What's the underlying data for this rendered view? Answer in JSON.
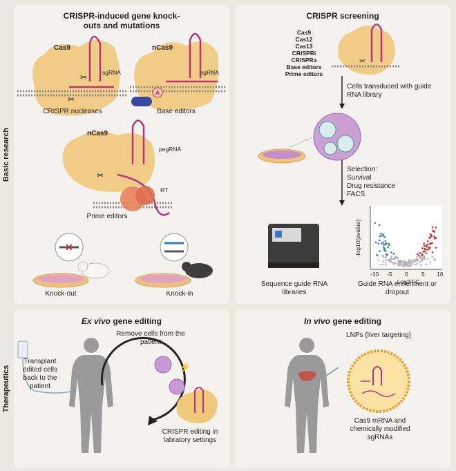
{
  "side": {
    "basic": "Basic research",
    "therapeutics": "Therapeutics"
  },
  "panel_a": {
    "title": "CRISPR-induced gene knock-outs and mutations",
    "cas9": "Cas9",
    "sgrna1": "sgRNA",
    "nucleases": "CRISPR nucleases",
    "ncas9_1": "nCas9",
    "sgrna2": "sgRNA",
    "base_letter": "A",
    "base_editors": "Base editors",
    "ncas9_2": "nCas9",
    "pegrna": "pegRNA",
    "rt": "RT",
    "prime_editors": "Prime editors",
    "knockout": "Knock-out",
    "knockin": "Knock-in"
  },
  "panel_b": {
    "title": "CRISPR screening",
    "enzymes": [
      "Cas9",
      "Cas12",
      "Cas13",
      "CRISPRi",
      "CRISPRa",
      "Base editors",
      "Prime editors"
    ],
    "transduced": "Cells transduced with guide RNA library",
    "selection_title": "Selection:",
    "selection_items": [
      "Survival",
      "Drug resistance",
      "FACS"
    ],
    "ylabel": "-log10(pvalue)",
    "xlabel": "Log2 FC",
    "xticks": [
      "-10",
      "-5",
      "0",
      "5",
      "10"
    ],
    "sequence": "Sequence guide RNA libraries",
    "enrichment": "Guide RNA enrichment or dropout"
  },
  "panel_c": {
    "title_italic": "Ex vivo",
    "title_rest": " gene editing",
    "remove": "Remove cells from the patient",
    "transplant": "Transplant edited cells back to the patient",
    "crispr_lab": "CRISPR editing in labratory settings"
  },
  "panel_d": {
    "title_italic": "In vivo",
    "title_rest": " gene editing",
    "lnps": "LNPs (liver targeting)",
    "cargo": "Cas9 mRNA and chemically modified sgRNAs"
  },
  "colors": {
    "protein": "#f0c87a",
    "rna": "#b8337a",
    "dna": "#888888",
    "red_points": "#c9302c",
    "blue_points": "#3a78c2",
    "gray_points": "#b5b5b5"
  }
}
